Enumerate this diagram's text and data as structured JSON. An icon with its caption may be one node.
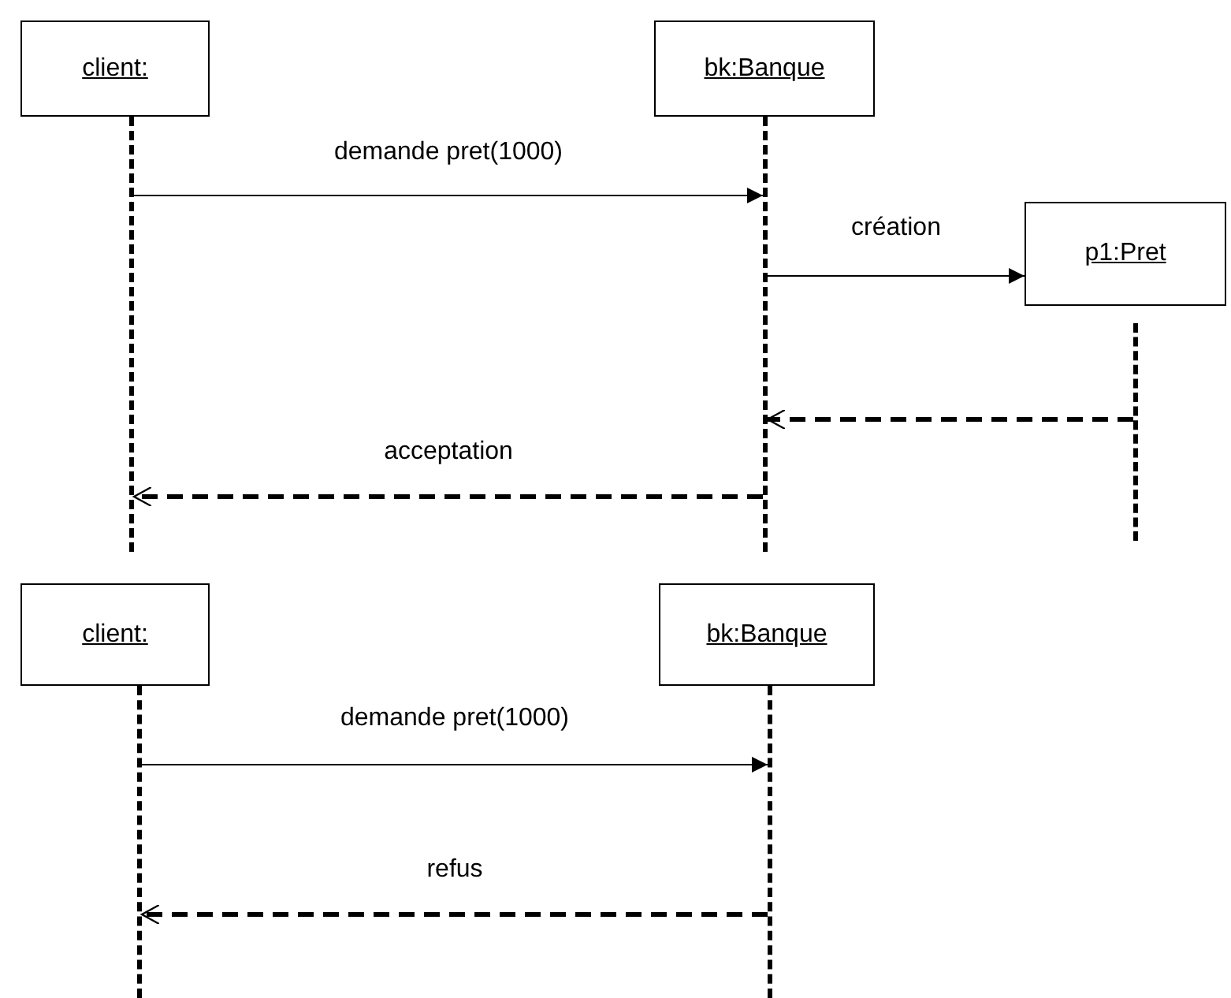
{
  "diagram": {
    "nodes": [
      {
        "text": [
          "client:"
        ]
      },
      {
        "text": [
          "bk:Banque"
        ]
      },
      {
        "text": [
          "p1:Pret"
        ]
      },
      {
        "text": [
          "client:"
        ]
      },
      {
        "text": [
          "bk:Banque"
        ]
      },
      {
        "text": [],
        "shape": "line"
      },
      {
        "text": [],
        "shape": "line"
      },
      {
        "text": [],
        "shape": "line"
      },
      {
        "text": [],
        "shape": "line"
      },
      {
        "text": [],
        "shape": "line"
      }
    ],
    "edges": [
      {
        "from": 5,
        "to": 6,
        "arrow": "to",
        "label": "demande pret(1000)"
      },
      {
        "from": 6,
        "to": 2,
        "arrow": "to",
        "label": "création"
      },
      {
        "from": 7,
        "to": 6,
        "arrow": "to",
        "style": "dashed"
      },
      {
        "from": 6,
        "to": 5,
        "arrow": "to",
        "style": "dashed",
        "label": "acceptation"
      },
      {
        "from": 8,
        "to": 9,
        "arrow": "to",
        "label": "demande pret(1000)"
      },
      {
        "from": 9,
        "to": 8,
        "arrow": "to",
        "style": "dashed",
        "label": "refus"
      }
    ]
  }
}
